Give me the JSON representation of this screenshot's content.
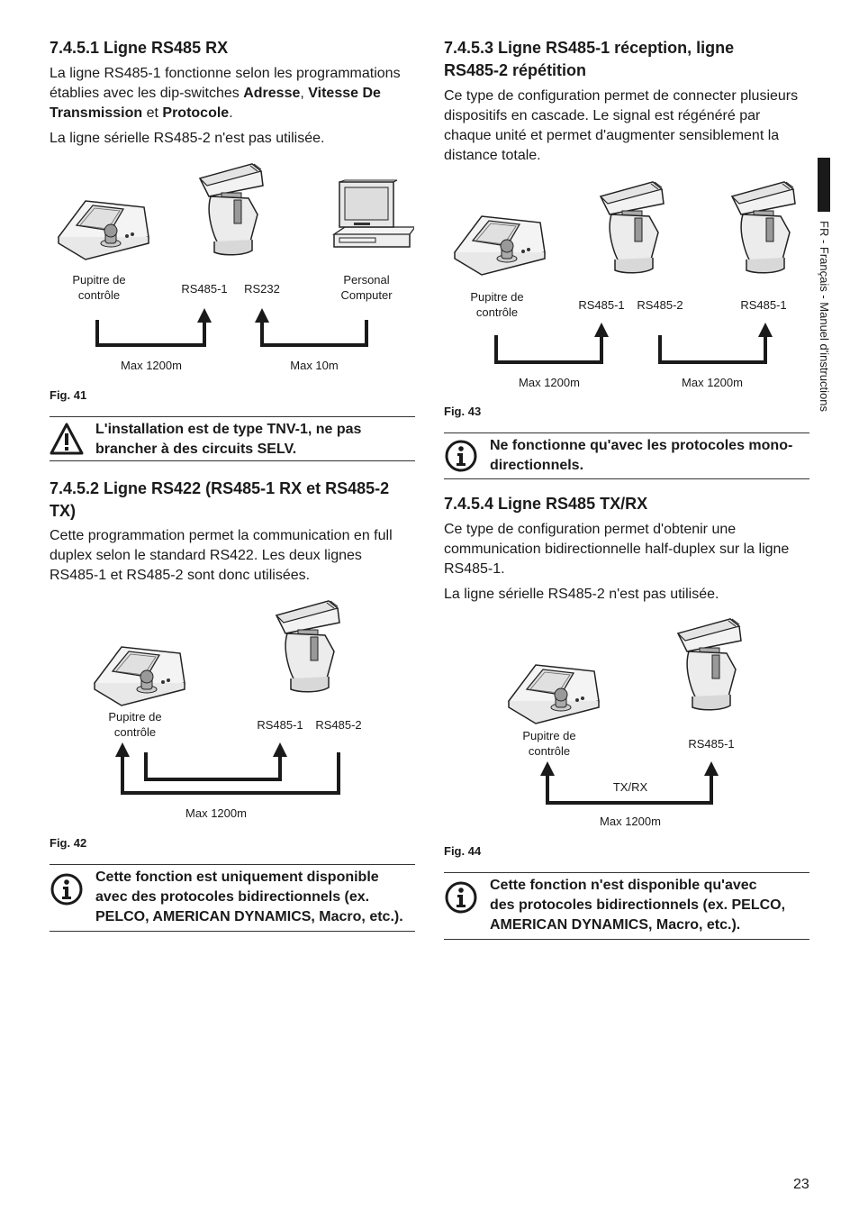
{
  "side_label": "FR - Français - Manuel d'instructions",
  "page_number": "23",
  "s1": {
    "title": "7.4.5.1  Ligne RS485 RX",
    "p1": {
      "a": "La ligne RS485-1 fonctionne selon les programmations établies avec les dip-switches ",
      "b1": "Adresse",
      "c": ", ",
      "b2": "Vitesse De Transmission",
      "d": " et ",
      "b3": "Protocole",
      "e": "."
    },
    "p2": "La ligne sérielle RS485-2 n'est pas utilisée.",
    "fig": {
      "pupitre1": "Pupitre de",
      "pupitre2": "contrôle",
      "rs1": "RS485-1",
      "rs232": "RS232",
      "pc1": "Personal",
      "pc2": "Computer",
      "max1": "Max 1200m",
      "max2": "Max 10m"
    },
    "caption": "Fig. 41",
    "warning_l1": "L'installation est de type TNV-1, ne pas",
    "warning_l2": "brancher à des circuits SELV."
  },
  "s2": {
    "title_l1": "7.4.5.2  Ligne RS422 (RS485-1 RX et RS485-2",
    "title_l2": "TX)",
    "p1": "Cette programmation permet la communication en full duplex selon le standard RS422. Les deux lignes RS485-1 et RS485-2 sont donc utilisées.",
    "fig": {
      "pupitre1": "Pupitre de",
      "pupitre2": "contrôle",
      "rs1": "RS485-1",
      "rs2": "RS485-2",
      "max1": "Max 1200m"
    },
    "caption": "Fig. 42",
    "note_l1": "Cette fonction est uniquement disponible",
    "note_l2": "avec des protocoles bidirectionnels (ex.",
    "note_l3": "PELCO, AMERICAN DYNAMICS, Macro, etc.)."
  },
  "s3": {
    "title_l1": "7.4.5.3  Ligne RS485-1 réception, ligne",
    "title_l2": "RS485-2 répétition",
    "p1": "Ce type de configuration permet de connecter plusieurs dispositifs en cascade. Le signal est régénéré par chaque unité et permet d'augmenter sensiblement la distance totale.",
    "fig": {
      "pupitre1": "Pupitre de",
      "pupitre2": "contrôle",
      "rs1": "RS485-1",
      "rs2": "RS485-2",
      "rs1b": "RS485-1",
      "max1": "Max 1200m",
      "max2": "Max 1200m"
    },
    "caption": "Fig. 43",
    "note_l1": "Ne fonctionne qu'avec les protocoles mono-",
    "note_l2": "directionnels."
  },
  "s4": {
    "title": "7.4.5.4  Ligne RS485 TX/RX",
    "p1": "Ce type de configuration permet d'obtenir une communication bidirectionnelle half-duplex sur la ligne RS485-1.",
    "p2": "La ligne sérielle RS485-2 n'est pas utilisée.",
    "fig": {
      "pupitre1": "Pupitre de",
      "pupitre2": "contrôle",
      "rs1": "RS485-1",
      "txrx": "TX/RX",
      "max1": "Max 1200m"
    },
    "caption": "Fig. 44",
    "note_l1": "Cette fonction n'est disponible qu'avec",
    "note_l2": "des protocoles bidirectionnels (ex. PELCO,",
    "note_l3": "AMERICAN DYNAMICS, Macro, etc.)."
  }
}
